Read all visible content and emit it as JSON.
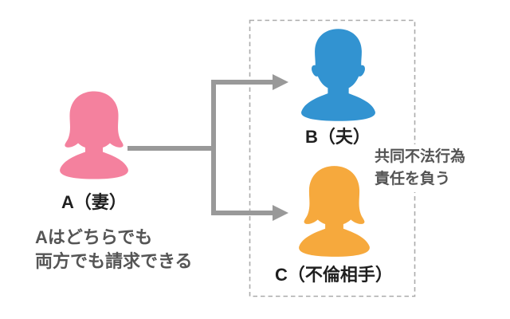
{
  "people": {
    "a": {
      "label": "A（妻）",
      "role": "wife",
      "color": "#f4819e"
    },
    "b": {
      "label": "B（夫）",
      "role": "husband",
      "color": "#3293d1"
    },
    "c": {
      "label": "C（不倫相手）",
      "role": "affair-partner",
      "color": "#f6a93d"
    }
  },
  "notes": {
    "claim": {
      "line1": "Aはどちらでも",
      "line2": "両方でも請求できる"
    },
    "liability": {
      "line1": "共同不法行為",
      "line2": "責任を負う"
    }
  },
  "colors": {
    "arrow": "#999999",
    "box_border": "#ababab",
    "label_text": "#1f1f1f",
    "note_text": "#555555"
  }
}
